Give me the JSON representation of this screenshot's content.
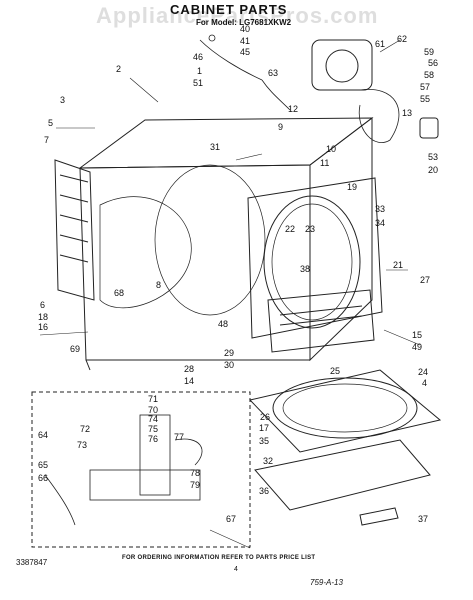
{
  "header": {
    "watermark": "AppliancePartsPros.com",
    "title": "CABINET PARTS",
    "subtitle": "For Model: LG7681XKW2"
  },
  "footer": {
    "ordering_note": "FOR ORDERING INFORMATION REFER TO PARTS PRICE LIST",
    "part_number": "3387847",
    "page_number": "4",
    "code": "759-A-13"
  },
  "callouts": [
    "1",
    "2",
    "3",
    "4",
    "5",
    "6",
    "7",
    "8",
    "9",
    "10",
    "11",
    "12",
    "13",
    "14",
    "15",
    "16",
    "17",
    "18",
    "19",
    "20",
    "21",
    "22",
    "23",
    "24",
    "25",
    "26",
    "27",
    "28",
    "29",
    "30",
    "31",
    "32",
    "33",
    "34",
    "35",
    "36",
    "37",
    "38",
    "40",
    "41",
    "45",
    "46",
    "48",
    "49",
    "51",
    "53",
    "55",
    "56",
    "57",
    "58",
    "59",
    "61",
    "62",
    "63",
    "64",
    "65",
    "66",
    "67",
    "68",
    "69",
    "70",
    "71",
    "72",
    "73",
    "74",
    "75",
    "76",
    "77",
    "78",
    "79"
  ]
}
